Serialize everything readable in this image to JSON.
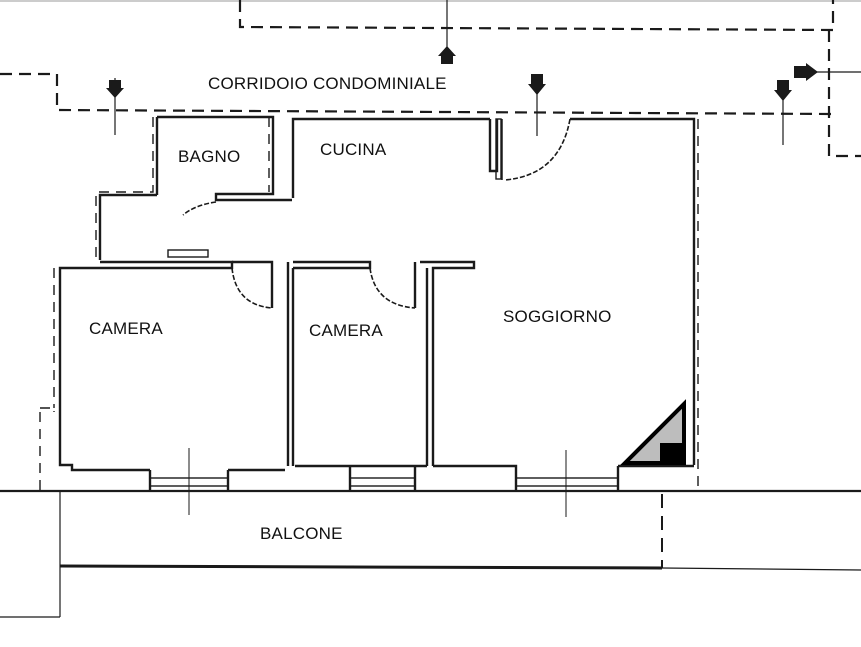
{
  "plan": {
    "corridor_label": "CORRIDOIO CONDOMINIALE",
    "rooms": [
      {
        "id": "bagno",
        "label": "BAGNO"
      },
      {
        "id": "cucina",
        "label": "CUCINA"
      },
      {
        "id": "camera1",
        "label": "CAMERA"
      },
      {
        "id": "camera2",
        "label": "CAMERA"
      },
      {
        "id": "soggiorno",
        "label": "SOGGIORNO"
      },
      {
        "id": "balcone",
        "label": "BALCONE"
      }
    ],
    "colors": {
      "wall": "#1a1a1a",
      "stair_fill": "#bdbdbd",
      "background": "#ffffff"
    }
  }
}
